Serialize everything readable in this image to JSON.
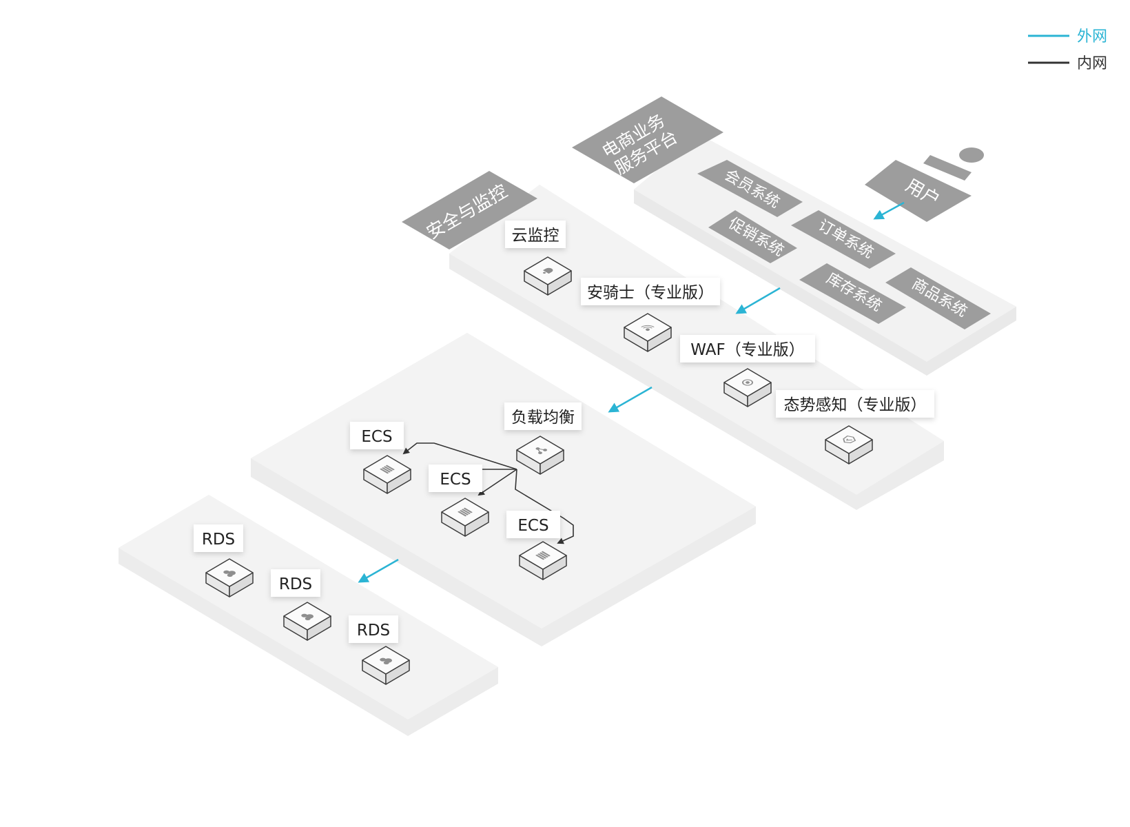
{
  "legend": {
    "external": {
      "label": "外网",
      "color": "#2bb4d4"
    },
    "internal": {
      "label": "内网",
      "color": "#333333"
    }
  },
  "platforms": {
    "business": "电商业务\n服务平台",
    "security": "安全与监控"
  },
  "user": {
    "label": "用户"
  },
  "systems": {
    "member": "会员系统",
    "order": "订单系统",
    "promotion": "促销系统",
    "inventory": "库存系统",
    "product": "商品系统"
  },
  "products": {
    "cloud_monitor": "云监控",
    "aegis": "安骑士（专业版）",
    "waf": "WAF（专业版）",
    "situation": "态势感知（专业版）",
    "slb": "负载均衡",
    "ecs": "ECS",
    "rds": "RDS"
  },
  "icons": {
    "cloud_monitor": "bell-icon",
    "aegis": "signal-shield-icon",
    "waf": "firewall-icon",
    "situation": "shield-check-icon",
    "slb": "share-nodes-icon",
    "ecs": "server-icon",
    "rds": "database-cloud-icon",
    "user": "person-icon"
  },
  "colors": {
    "platform": "#f2f2f2",
    "platform_side": "#e6e6e6",
    "tag": "#9d9d9d",
    "device_top": "#fbfbfb",
    "device_side": "#e8e8e8",
    "device_stroke": "#3c3c3c",
    "icon": "#8e8e8e"
  }
}
